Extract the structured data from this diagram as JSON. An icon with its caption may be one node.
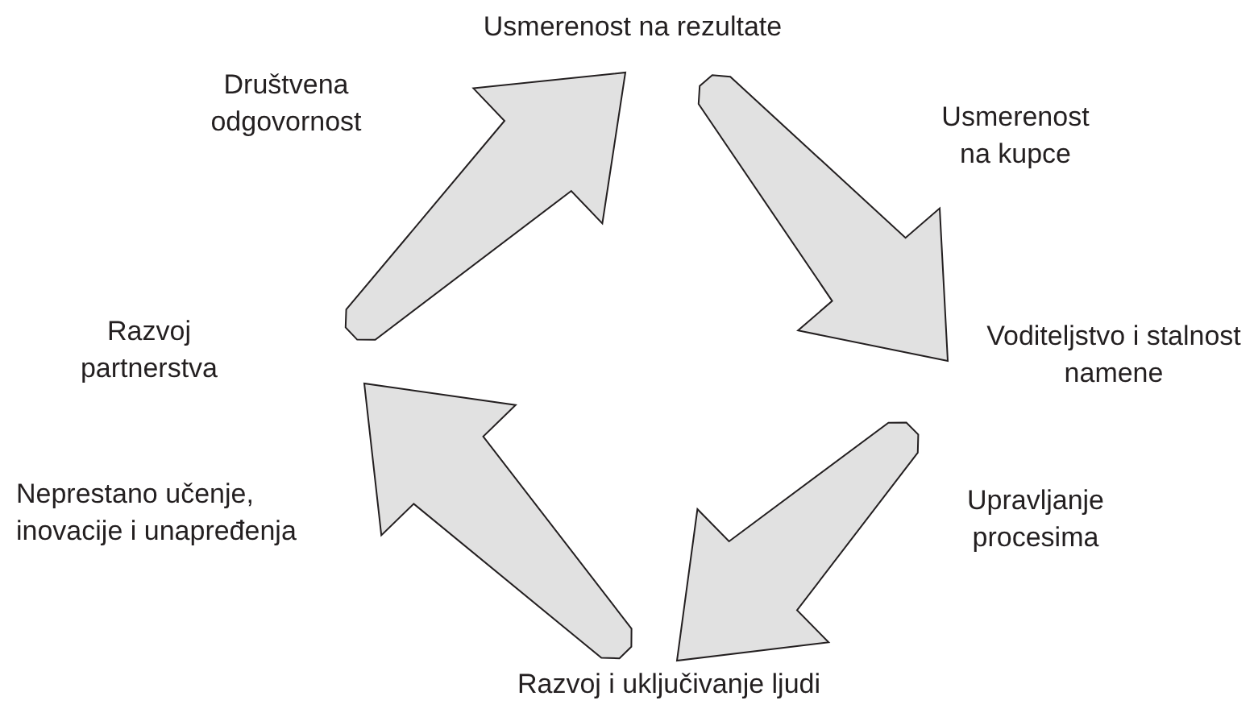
{
  "diagram": {
    "nodes": [
      {
        "text": [
          "Usmerenost na rezultate"
        ]
      },
      {
        "text": [
          "Voditeljstvo i stalnost namene"
        ]
      },
      {
        "text": [
          "Razvoj i uključivanje ljudi"
        ]
      },
      {
        "text": [
          "Razvoj partnerstva"
        ]
      }
    ],
    "edges": [
      {
        "from": 3,
        "to": 0,
        "arrow": "to"
      },
      {
        "from": 0,
        "to": 1,
        "arrow": "to"
      },
      {
        "from": 1,
        "to": 2,
        "arrow": "to"
      },
      {
        "from": 2,
        "to": 3,
        "arrow": "to"
      }
    ],
    "labels": [
      "Društvena odgovornost",
      "Usmerenost na kupce",
      "Upravljanje procesima",
      "Neprestano učenje, inovacije i unapređenja"
    ]
  }
}
